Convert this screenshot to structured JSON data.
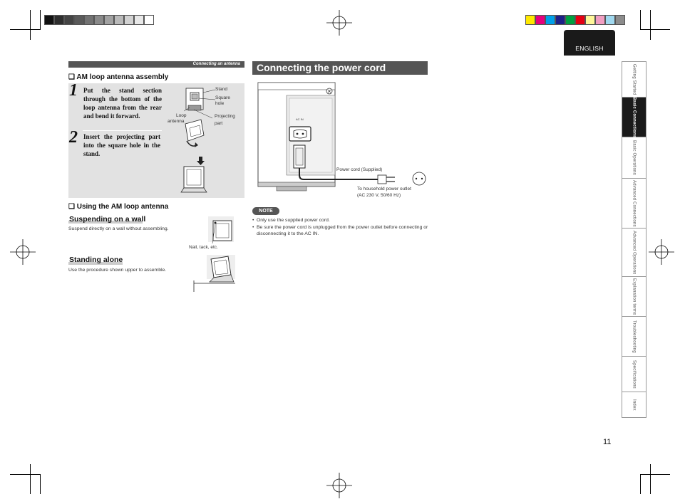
{
  "colors": {
    "gray_swatches": [
      "#111111",
      "#2e2e2e",
      "#444444",
      "#5a5a5a",
      "#727272",
      "#8a8a8a",
      "#a2a2a2",
      "#bababa",
      "#d2d2d2",
      "#e8e8e8",
      "#ffffff"
    ],
    "color_swatches": [
      "#ffe800",
      "#e6007e",
      "#00a0e9",
      "#1d2088",
      "#00a040",
      "#e60012",
      "#fff799",
      "#f19ec2",
      "#a0d8ef",
      "#8c8c8c"
    ],
    "bar": "#555555",
    "panel": "#e2e2e2"
  },
  "header": {
    "language_tab": "ENGLISH"
  },
  "sidenav": [
    {
      "label": "Getting Started",
      "active": false
    },
    {
      "label": "Basic Connections",
      "active": true
    },
    {
      "label": "Basic Operations",
      "active": false
    },
    {
      "label": "Advanced Connections",
      "active": false
    },
    {
      "label": "Advanced Operations",
      "active": false
    },
    {
      "label": "Explanation terms",
      "active": false
    },
    {
      "label": "Troubleshooting",
      "active": false
    },
    {
      "label": "Specifications",
      "active": false
    },
    {
      "label": "Index",
      "active": false
    }
  ],
  "left": {
    "section_bar": "Connecting an antenna",
    "assembly_heading": "AM loop antenna assembly",
    "step1_num": "1",
    "step1_text": "Put the stand section through the bottom of the loop antenna from the rear and bend it forward.",
    "step2_num": "2",
    "step2_text": "Insert the projecting part into the square hole in the stand.",
    "labels": {
      "stand": "Stand",
      "square_hole": [
        "Square",
        "hole"
      ],
      "loop_antenna": [
        "Loop",
        "antenna"
      ],
      "projecting_part": [
        "Projecting",
        "part"
      ]
    },
    "using_heading": "Using the AM loop antenna",
    "suspending_heading": "Suspending on a wall",
    "suspending_text": "Suspend directly on a wall without assembling.",
    "nail_label": "Nail, tack, etc.",
    "standing_heading": "Standing alone",
    "standing_text": "Use the procedure shown upper to assemble."
  },
  "right": {
    "title": "Connecting the power cord",
    "ac_in_label": "AC IN",
    "power_cord_label": "Power cord (Supplied)",
    "outlet_label": [
      "To household power outlet",
      "(AC 230 V, 50/60 Hz)"
    ],
    "note_badge": "NOTE",
    "notes": [
      "Only use the supplied power cord.",
      "Be sure the power cord is unplugged from the power outlet before connecting or disconnecting it to the AC IN."
    ]
  },
  "page_number": "11"
}
